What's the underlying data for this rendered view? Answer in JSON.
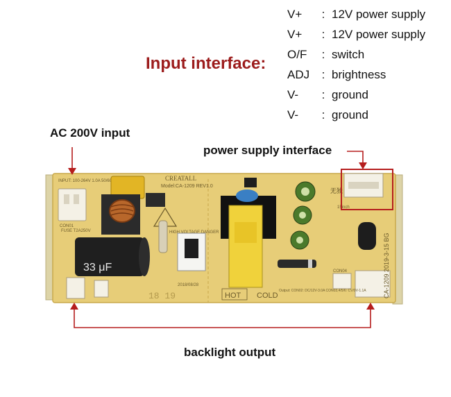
{
  "title": "Input interface:",
  "pins": [
    {
      "code": "V+",
      "desc": "12V power supply"
    },
    {
      "code": "V+",
      "desc": "12V power supply"
    },
    {
      "code": "O/F",
      "desc": "switch"
    },
    {
      "code": "ADJ",
      "desc": "brightness"
    },
    {
      "code": "V-",
      "desc": "ground"
    },
    {
      "code": "V-",
      "desc": "ground"
    }
  ],
  "labels": {
    "ac_input": "AC 200V input",
    "power_interface": "power supply interface",
    "backlight": "backlight output"
  },
  "board": {
    "brand": "CREATALL",
    "model": "Model:CA-1209 REV1.0",
    "input_spec": "INPUT: 100-264V 1.0A 50/60Hz",
    "fuse": "FUSE T2A250V",
    "cap": "33 μF",
    "hv": "HIGH VOLTAGE DANGER",
    "hot": "HOT",
    "cold": "COLD",
    "side": "CA-1209  2019-3-15  BG",
    "date": "2018/08/28",
    "output": "Output: CON02: DC/12V-3.0A  CON03,4/5/6: CV/9V-1.1A",
    "chinese": "无独",
    "con01": "CON01",
    "con04": "CON04",
    "date_code": "18 19",
    "pins_mark": "15inch"
  },
  "colors": {
    "accent": "#9c1c1c",
    "arrow": "#b51d1d",
    "pcb": "#e7cd78",
    "pcb_dark": "#c9a94c"
  }
}
